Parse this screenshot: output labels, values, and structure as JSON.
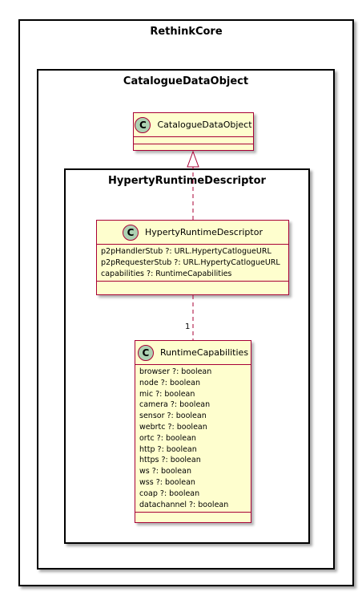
{
  "packages": {
    "outer": {
      "title": "RethinkCore"
    },
    "middle": {
      "title": "CatalogueDataObject"
    },
    "inner": {
      "title": "HypertyRuntimeDescriptor"
    }
  },
  "classes": {
    "catalogue": {
      "icon": "C",
      "name": "CatalogueDataObject",
      "attributes": []
    },
    "descriptor": {
      "icon": "C",
      "name": "HypertyRuntimeDescriptor",
      "attributes": [
        "p2pHandlerStub ?: URL.HypertyCatlogueURL",
        "p2pRequesterStub ?: URL.HypertyCatlogueURL",
        "capabilities ?: RuntimeCapabilities"
      ]
    },
    "capabilities": {
      "icon": "C",
      "name": "RuntimeCapabilities",
      "attributes": [
        "browser ?: boolean",
        "node ?: boolean",
        "mic ?: boolean",
        "camera ?: boolean",
        "sensor ?: boolean",
        "webrtc ?: boolean",
        "ortc ?: boolean",
        "http ?: boolean",
        "https ?: boolean",
        "ws ?: boolean",
        "wss ?: boolean",
        "coap ?: boolean",
        "datachannel ?: boolean"
      ]
    }
  },
  "relations": {
    "composition_multiplicity": "1"
  },
  "colors": {
    "class_fill": "#fefece",
    "class_border": "#a80036",
    "icon_fill": "#add1b2"
  }
}
